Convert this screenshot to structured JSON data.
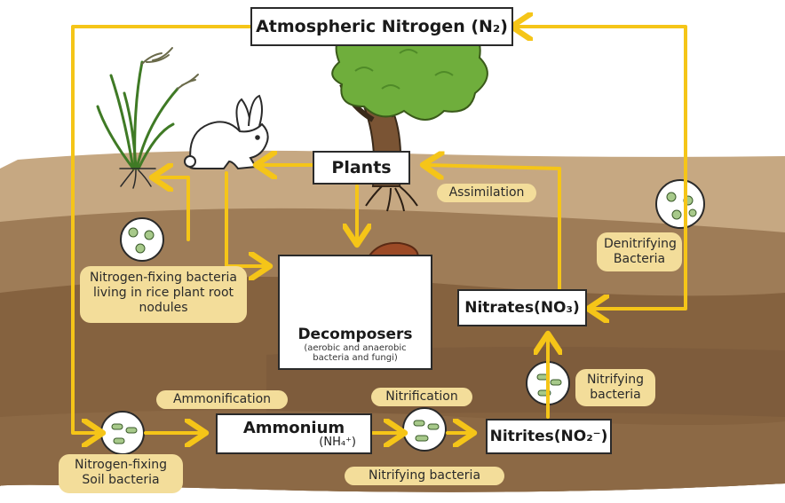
{
  "colors": {
    "arrow": "#f5c518",
    "soil_top": "#c9ab84",
    "soil_mid": "#9c7a55",
    "soil_dark": "#7b5a3a",
    "label_bg": "#f3dd9a",
    "tree": "#6fae3c"
  },
  "nodes": {
    "atmospheric": {
      "text": "Atmospheric Nitrogen (N₂)"
    },
    "plants": {
      "text": "Plants"
    },
    "decomposers": {
      "title": "Decomposers",
      "subtitle": "(aerobic and anaerobic bacteria and fungi)"
    },
    "nitrates": {
      "text": "Nitrates(NO₃)"
    },
    "nitrites": {
      "text": "Nitrites(NO₂⁻)"
    },
    "ammonium": {
      "title": "Ammonium",
      "formula": "(NH₄⁺)"
    }
  },
  "labels": {
    "assimilation": "Assimilation",
    "denitrifying": "Denitrifying Bacteria",
    "nitrogen_fixing_rice": "Nitrogen-fixing bacteria living in rice plant root nodules",
    "ammonification": "Ammonification",
    "nitrification": "Nitrification",
    "nitrifying_bottom": "Nitrifying bacteria",
    "nitrifying_right": "Nitrifying bacteria",
    "nitrogen_fixing_soil": "Nitrogen-fixing Soil bacteria"
  },
  "icons": [
    "rice-plant-icon",
    "rabbit-icon",
    "tree-icon",
    "mushroom-icon",
    "bacteria-icon"
  ]
}
